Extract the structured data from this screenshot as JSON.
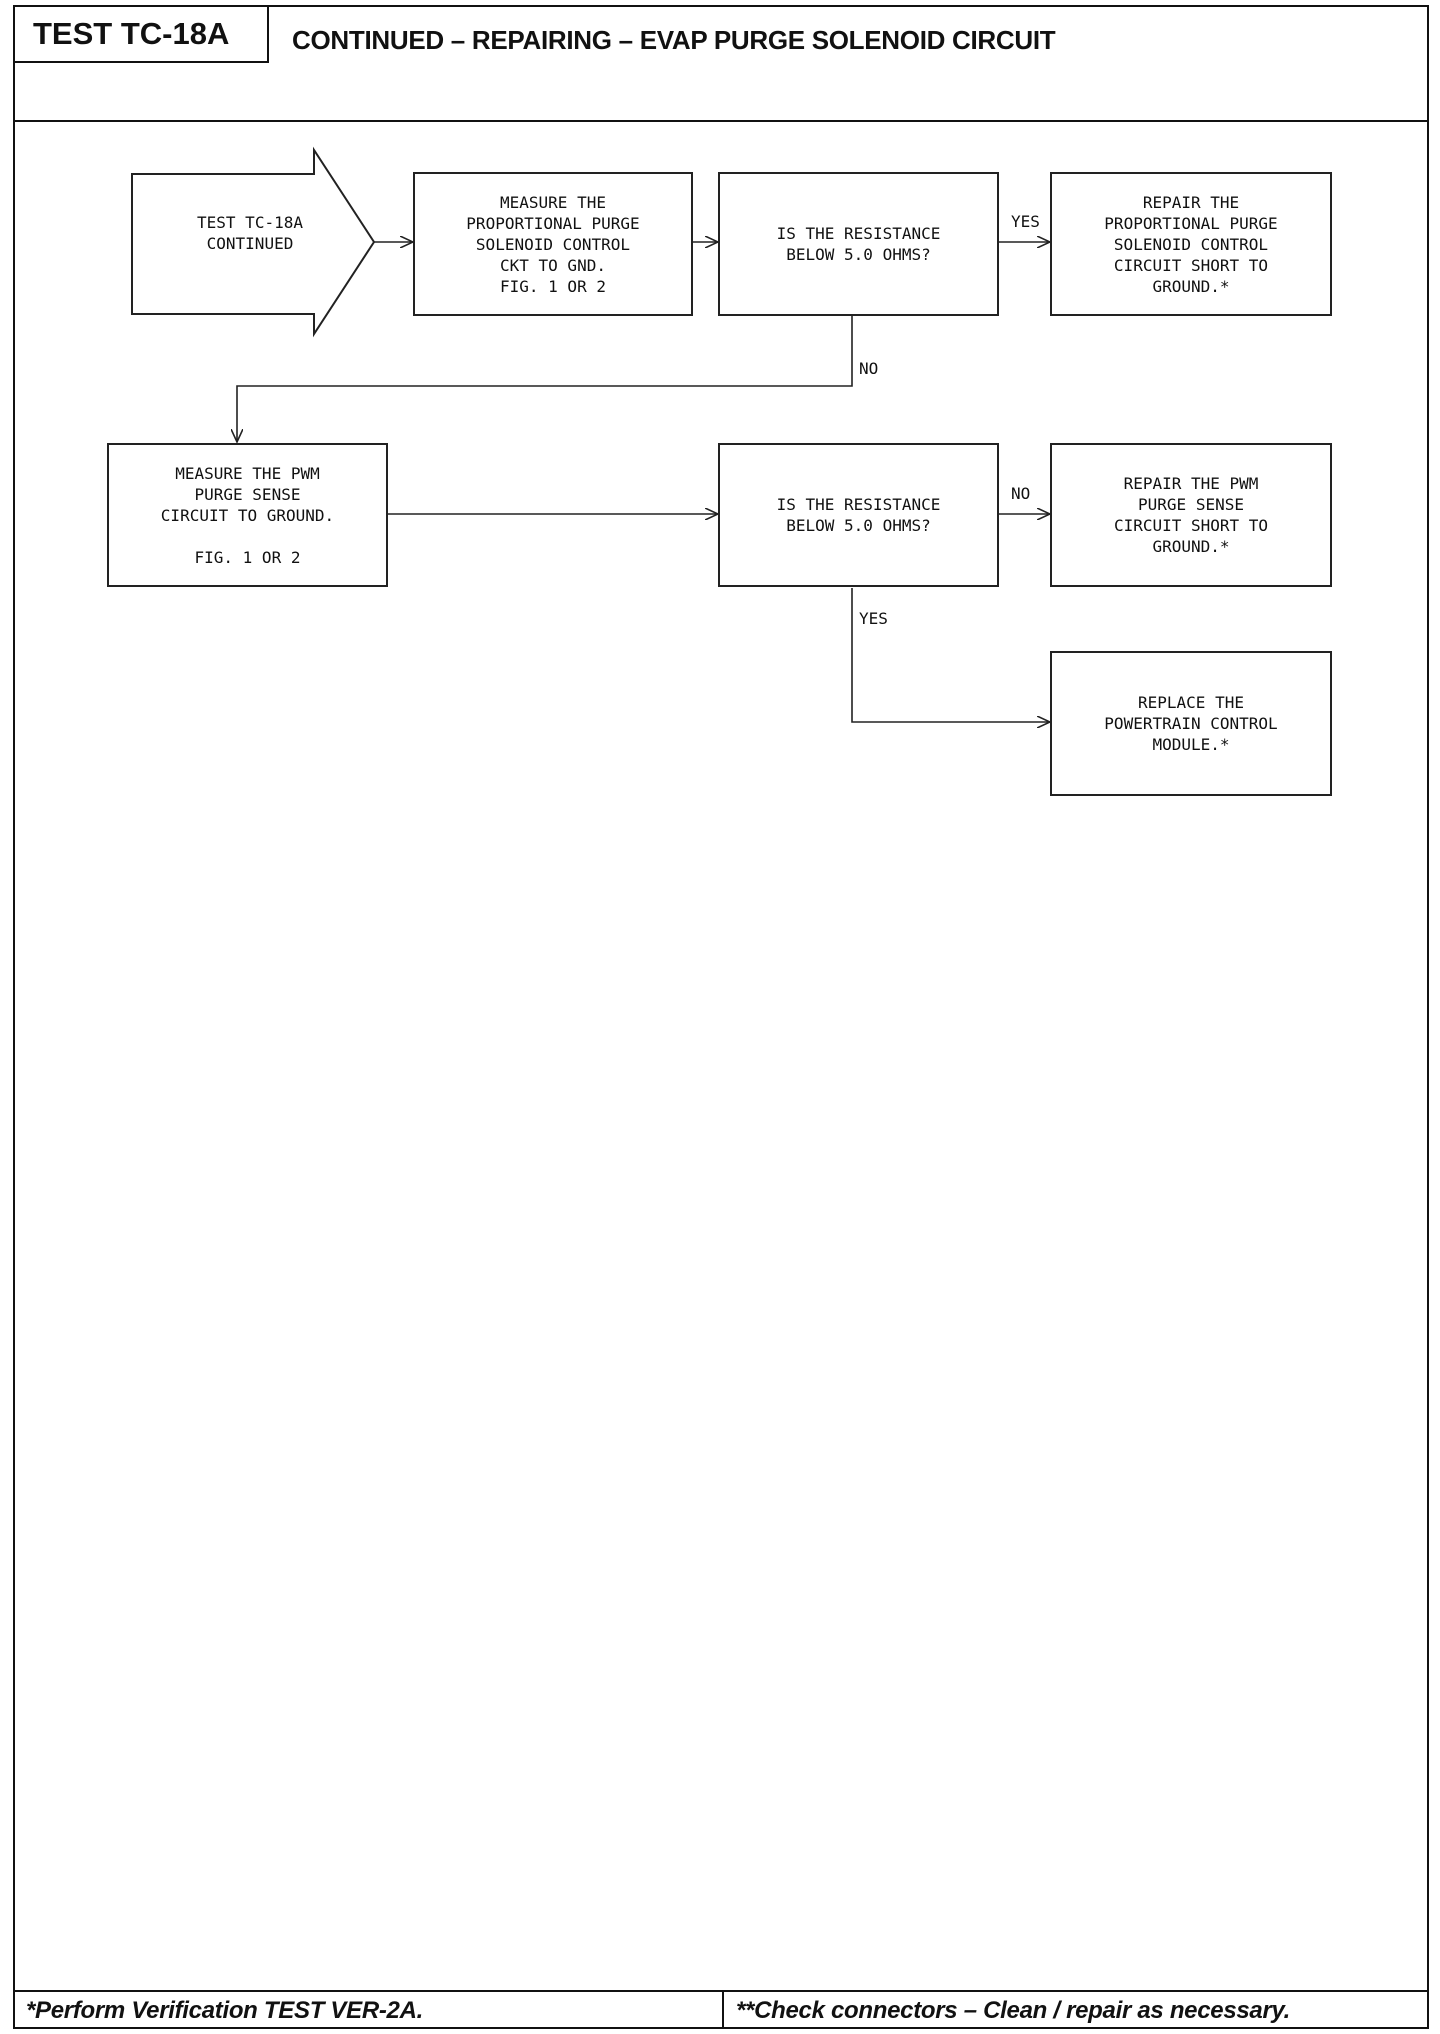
{
  "header": {
    "test_id": "TEST TC-18A",
    "title": "CONTINUED – REPAIRING – EVAP PURGE SOLENOID CIRCUIT"
  },
  "flowchart": {
    "start": "TEST TC-18A\nCONTINUED",
    "measure_proportional": "MEASURE THE\nPROPORTIONAL PURGE\nSOLENOID CONTROL\nCKT TO GND.\nFIG. 1 OR 2",
    "question_1": "IS THE RESISTANCE\nBELOW 5.0 OHMS?",
    "repair_proportional": "REPAIR THE\nPROPORTIONAL PURGE\nSOLENOID CONTROL\nCIRCUIT SHORT TO\nGROUND.*",
    "measure_pwm": "MEASURE THE PWM\nPURGE SENSE\nCIRCUIT TO GROUND.\n\nFIG. 1 OR 2",
    "question_2": "IS THE RESISTANCE\nBELOW 5.0 OHMS?",
    "repair_pwm": "REPAIR THE PWM\nPURGE SENSE\nCIRCUIT SHORT TO\nGROUND.*",
    "replace_pcm": "REPLACE THE\nPOWERTRAIN CONTROL\nMODULE.*",
    "labels": {
      "q1_yes": "YES",
      "q1_no": "NO",
      "q2_no": "NO",
      "q2_yes": "YES"
    }
  },
  "footer": {
    "left": "*Perform Verification TEST VER-2A.",
    "right": "**Check connectors – Clean / repair as necessary."
  }
}
